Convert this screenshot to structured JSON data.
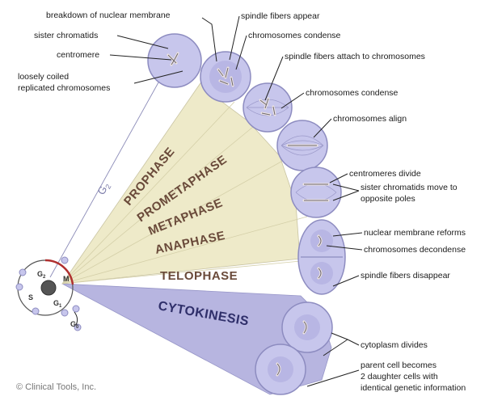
{
  "phases": {
    "prophase": "PROPHASE",
    "prometaphase": "PROMETAPHASE",
    "metaphase": "METAPHASE",
    "anaphase": "ANAPHASE",
    "telophase": "TELOPHASE",
    "cytokinesis": "CYTOKINESIS"
  },
  "cycle": {
    "g2_outer": "G",
    "g2_outer_sub": "2",
    "g2": "G",
    "g2_sub": "2",
    "m": "M",
    "s": "S",
    "g1": "G",
    "g1_sub": "1",
    "g0": "G",
    "g0_sub": "0"
  },
  "annotations": {
    "breakdown": "breakdown of nuclear membrane",
    "sister_chromatids": "sister chromatids",
    "centromere": "centromere",
    "loosely_coiled_1": "loosely coiled",
    "loosely_coiled_2": "replicated chromosomes",
    "spindle_appear": "spindle fibers appear",
    "chrom_condense_1": "chromosomes condense",
    "spindle_attach": "spindle fibers attach to chromosomes",
    "chrom_condense_2": "chromosomes condense",
    "chrom_align": "chromosomes align",
    "centromeres_divide": "centromeres divide",
    "sister_move_1": "sister chromatids move to",
    "sister_move_2": "opposite poles",
    "nuclear_reforms": "nuclear membrane reforms",
    "chrom_decondense": "chromosomes decondense",
    "spindle_disappear": "spindle fibers disappear",
    "cytoplasm_divides": "cytoplasm divides",
    "parent_1": "parent cell becomes",
    "parent_2": "2 daughter cells with",
    "parent_3": "identical genetic information"
  },
  "credit": "© Clinical Tools, Inc.",
  "colors": {
    "fan_phases": "#eeeac9",
    "fan_cytokinesis": "#b7b5e0",
    "cell_fill": "#c7c6ec",
    "cell_stroke": "#8d8cc0"
  }
}
